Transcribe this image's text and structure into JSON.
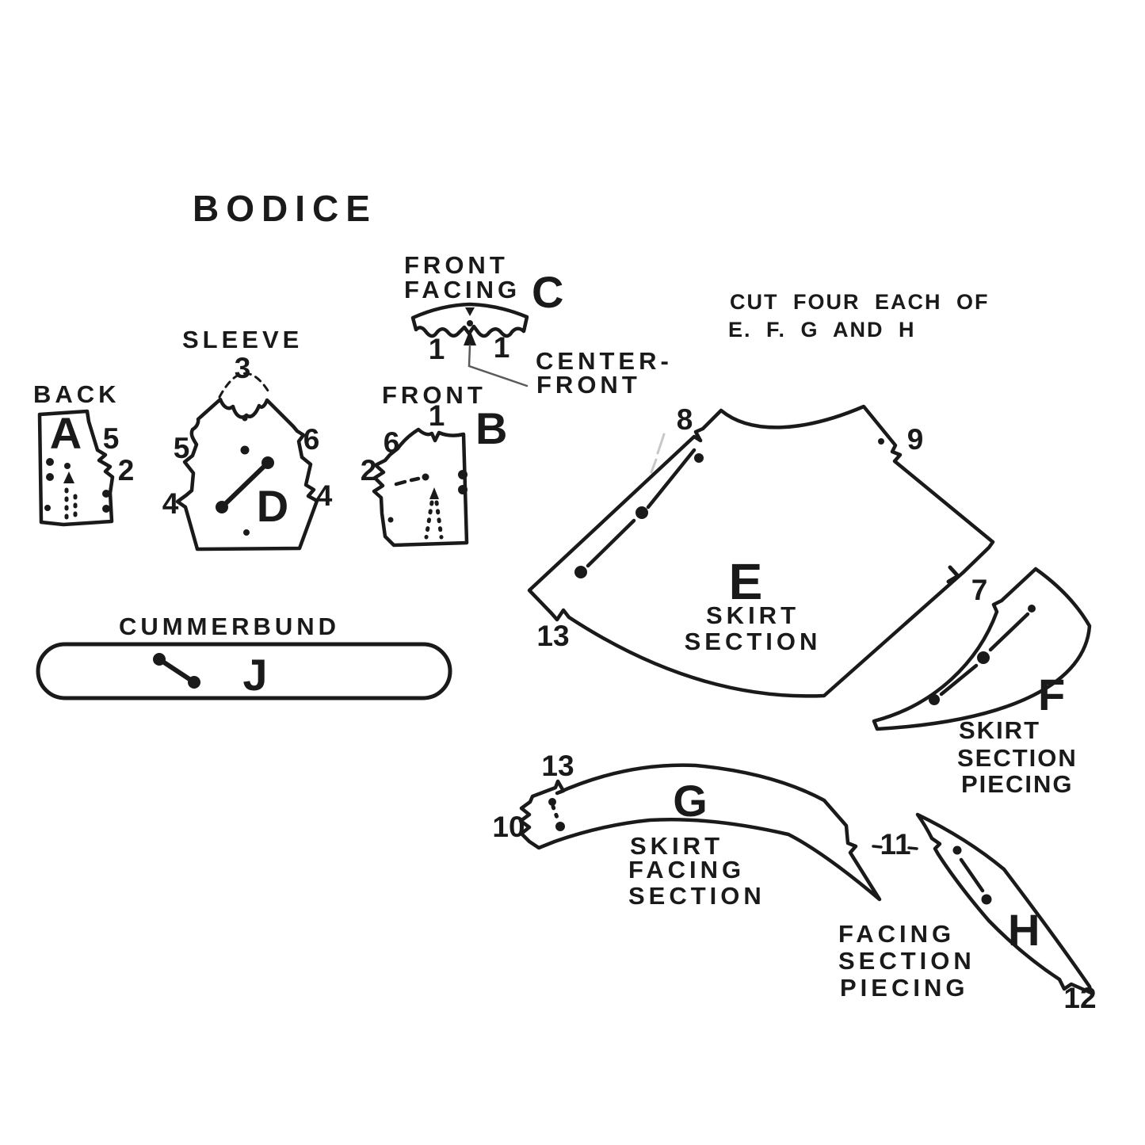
{
  "title": "BODICE",
  "cutting_note": {
    "line1": "CUT FOUR EACH OF",
    "line2": "E. F. G AND H"
  },
  "colors": {
    "ink": "#1a1a1a",
    "paper": "#ffffff"
  },
  "pieces": {
    "back": {
      "name": "BACK",
      "letter": "A",
      "notch_5": "5",
      "notch_2": "2"
    },
    "sleeve": {
      "name": "SLEEVE",
      "letter": "D",
      "notch_3": "3",
      "notch_5": "5",
      "notch_6": "6",
      "notch_4_left": "4",
      "notch_4_right": "4"
    },
    "front": {
      "name": "FRONT",
      "letter": "B",
      "notch_1": "1",
      "notch_6": "6",
      "notch_2": "2"
    },
    "front_facing": {
      "name_line1": "FRONT",
      "name_line2": "FACING",
      "letter": "C",
      "notch_1_left": "1",
      "notch_1_right": "1",
      "callout_line1": "CENTER-",
      "callout_line2": "FRONT"
    },
    "cummerbund": {
      "name": "CUMMERBUND",
      "letter": "J"
    },
    "skirt_section": {
      "letter": "E",
      "name_line1": "SKIRT",
      "name_line2": "SECTION",
      "notch_8": "8",
      "notch_9": "9",
      "notch_7": "7",
      "notch_13": "13"
    },
    "skirt_section_piecing": {
      "letter": "F",
      "name_line1": "SKIRT",
      "name_line2": "SECTION",
      "name_line3": "PIECING"
    },
    "skirt_facing_section": {
      "letter": "G",
      "name_line1": "SKIRT",
      "name_line2": "FACING",
      "name_line3": "SECTION",
      "notch_13": "13",
      "notch_10": "10",
      "notch_11": "11"
    },
    "facing_section_piecing": {
      "letter": "H",
      "name_line1": "FACING",
      "name_line2": "SECTION",
      "name_line3": "PIECING",
      "notch_12": "12"
    }
  }
}
